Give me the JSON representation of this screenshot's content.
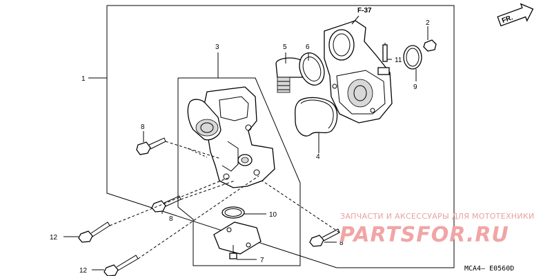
{
  "diagram": {
    "reference": "F-37",
    "direction": "FR.",
    "diagram_code": "MCA4— E0560D",
    "callouts": [
      {
        "id": "c1",
        "text": "1"
      },
      {
        "id": "c2",
        "text": "2"
      },
      {
        "id": "c3",
        "text": "3"
      },
      {
        "id": "c4",
        "text": "4"
      },
      {
        "id": "c5",
        "text": "5"
      },
      {
        "id": "c6",
        "text": "6"
      },
      {
        "id": "c7",
        "text": "7"
      },
      {
        "id": "c8a",
        "text": "8"
      },
      {
        "id": "c8b",
        "text": "8"
      },
      {
        "id": "c8c",
        "text": "8"
      },
      {
        "id": "c9",
        "text": "9"
      },
      {
        "id": "c10",
        "text": "10"
      },
      {
        "id": "c11",
        "text": "11"
      },
      {
        "id": "c12a",
        "text": "12"
      },
      {
        "id": "c12b",
        "text": "12"
      }
    ]
  },
  "watermark": {
    "caption": "ЗАПЧАСТИ И АКСЕССУАРЫ ДЛЯ МОТОТЕХНИКИ",
    "site": "PARTSFOR.RU",
    "color": "#f1a5a5"
  }
}
